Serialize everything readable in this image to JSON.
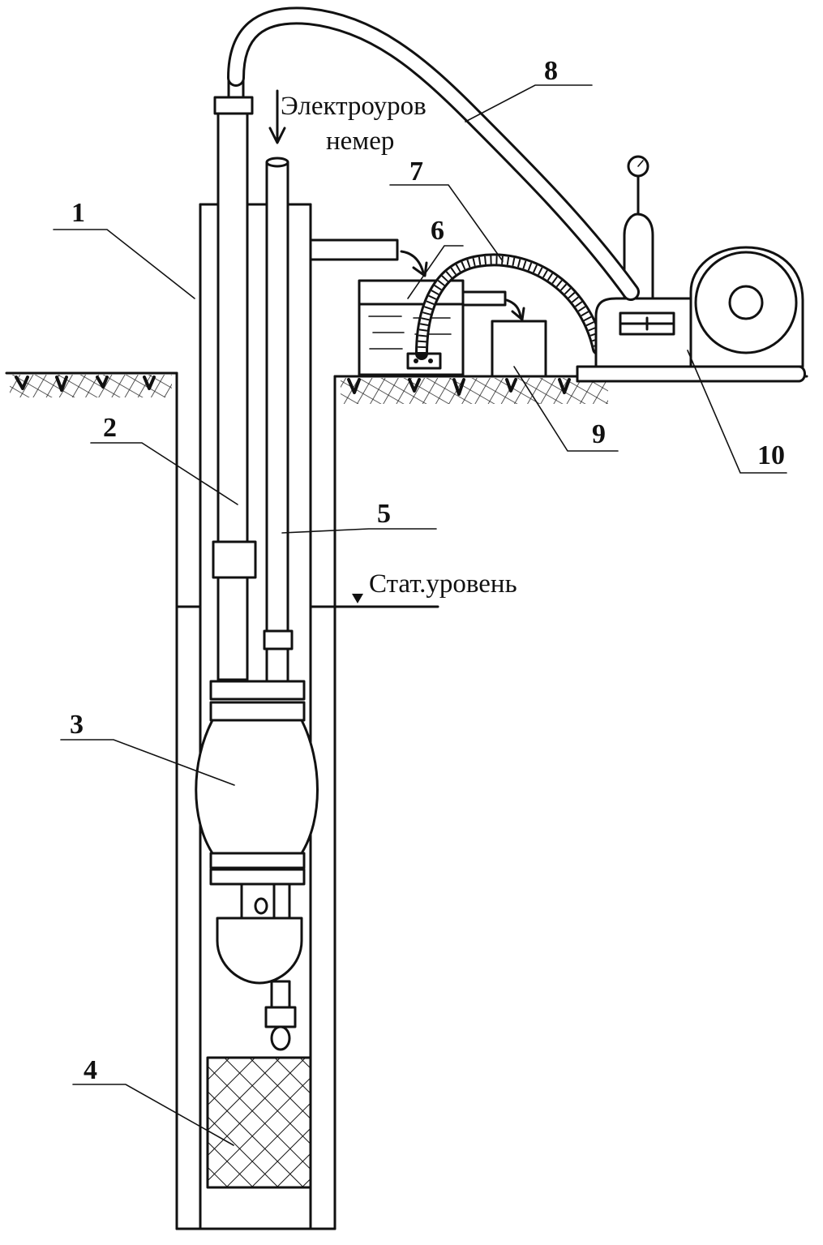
{
  "labels": {
    "level_meter_line1": "Электроуров",
    "level_meter_line2": "немер",
    "static_level": "Стат.уровень"
  },
  "callouts": [
    "1",
    "2",
    "3",
    "4",
    "5",
    "6",
    "7",
    "8",
    "9",
    "10"
  ],
  "colors": {
    "ink": "#111111",
    "paper": "#ffffff"
  }
}
